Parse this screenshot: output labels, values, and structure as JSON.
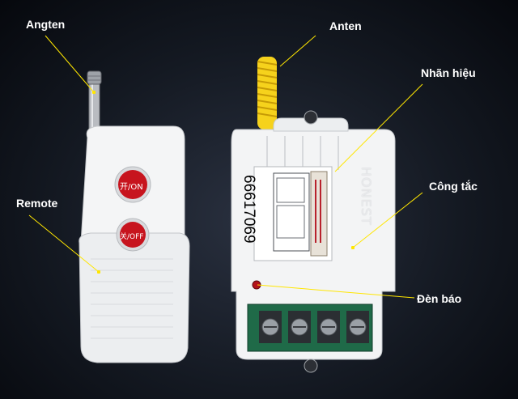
{
  "labels": {
    "angten": "Angten",
    "anten": "Anten",
    "nhan_hieu": "Nhãn hiệu",
    "remote": "Remote",
    "cong_tac": "Công tắc",
    "den_bao": "Đèn báo"
  },
  "device": {
    "code_number": "66617069",
    "brand": "HONEST"
  },
  "remote_buttons": {
    "on": "开/ON",
    "off": "关/OFF"
  },
  "colors": {
    "callout_line": "#ffe600",
    "antenna_coil": "#f6d21c",
    "button_red": "#c7141e",
    "terminal_green": "#1f6a48"
  }
}
